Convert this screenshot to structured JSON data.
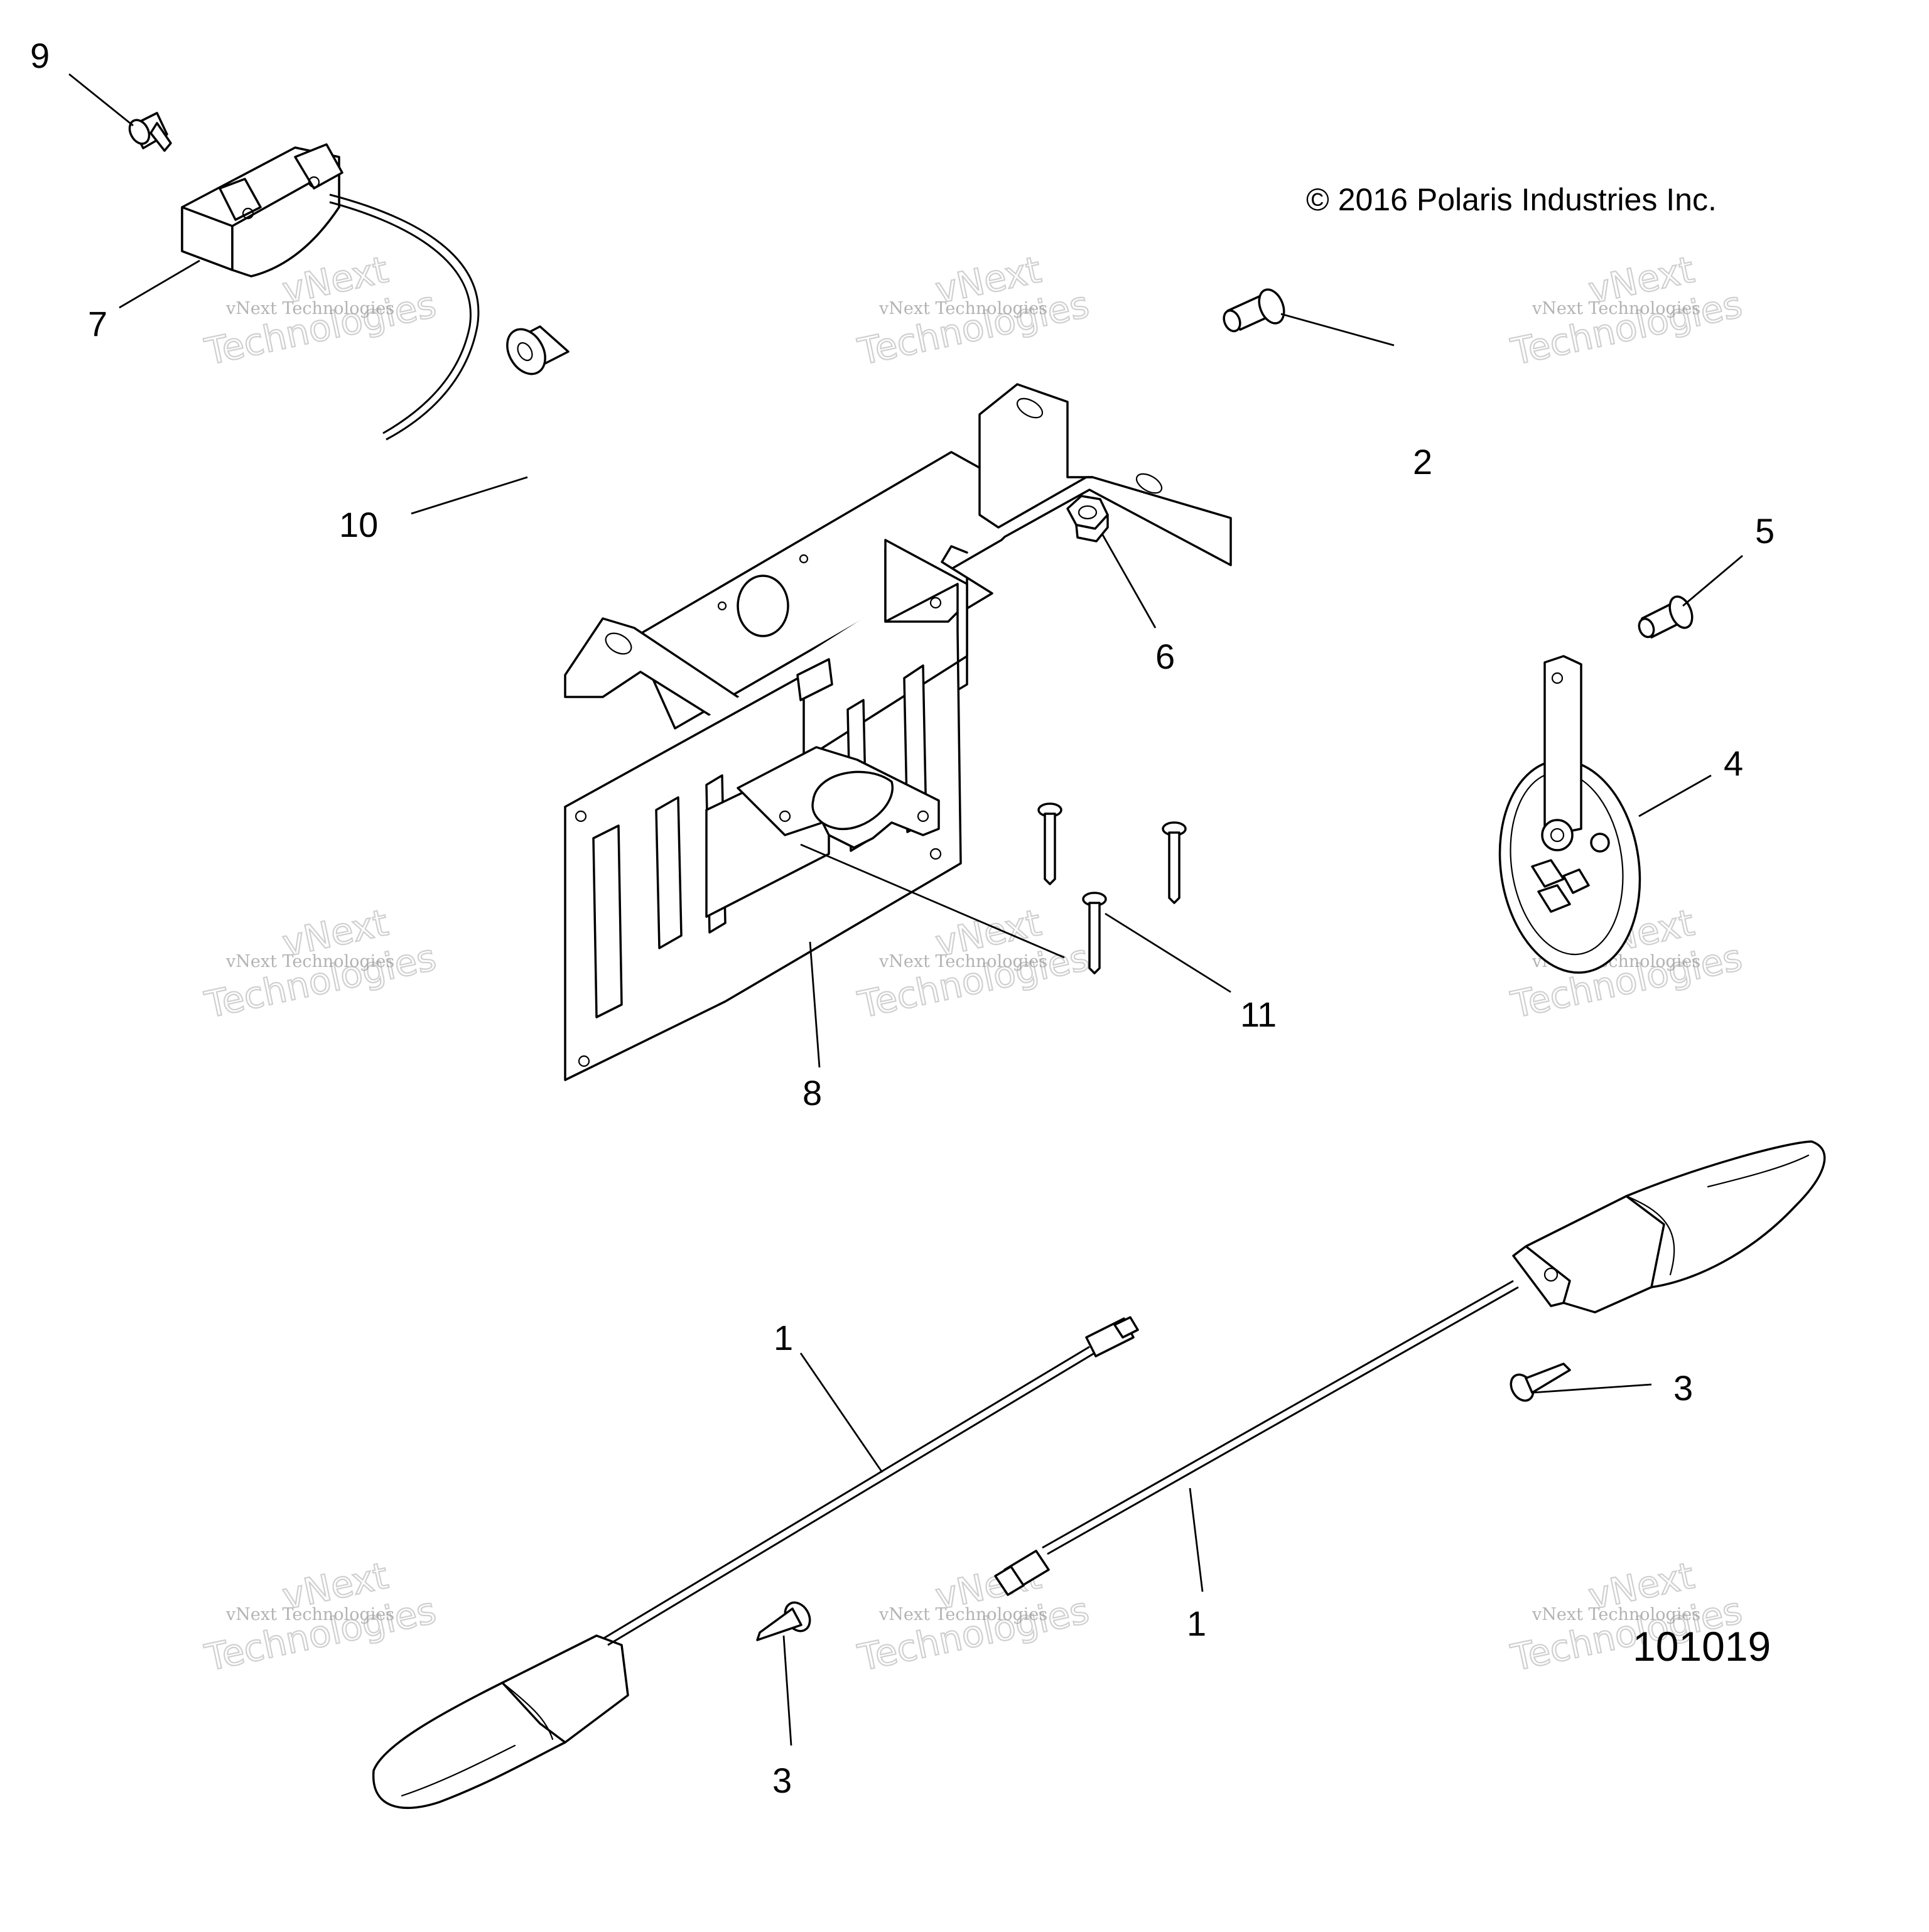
{
  "diagram": {
    "copyright": "© 2016  Polaris Industries Inc.",
    "figure_id": "101019",
    "watermark": {
      "line1": "vNext Technologies",
      "line2": "vNext",
      "line3": "Technologies"
    },
    "callouts": {
      "c1a": "1",
      "c1b": "1",
      "c2": "2",
      "c3a": "3",
      "c3b": "3",
      "c4": "4",
      "c5": "5",
      "c6": "6",
      "c7": "7",
      "c8": "8",
      "c9": "9",
      "c10": "10",
      "c11": "11"
    },
    "icons": [
      "license-plate-light-icon",
      "mounting-bracket-icon",
      "horn-icon",
      "turn-signal-icon",
      "bolt-icon",
      "screw-icon",
      "nut-icon",
      "spacer-icon"
    ]
  }
}
